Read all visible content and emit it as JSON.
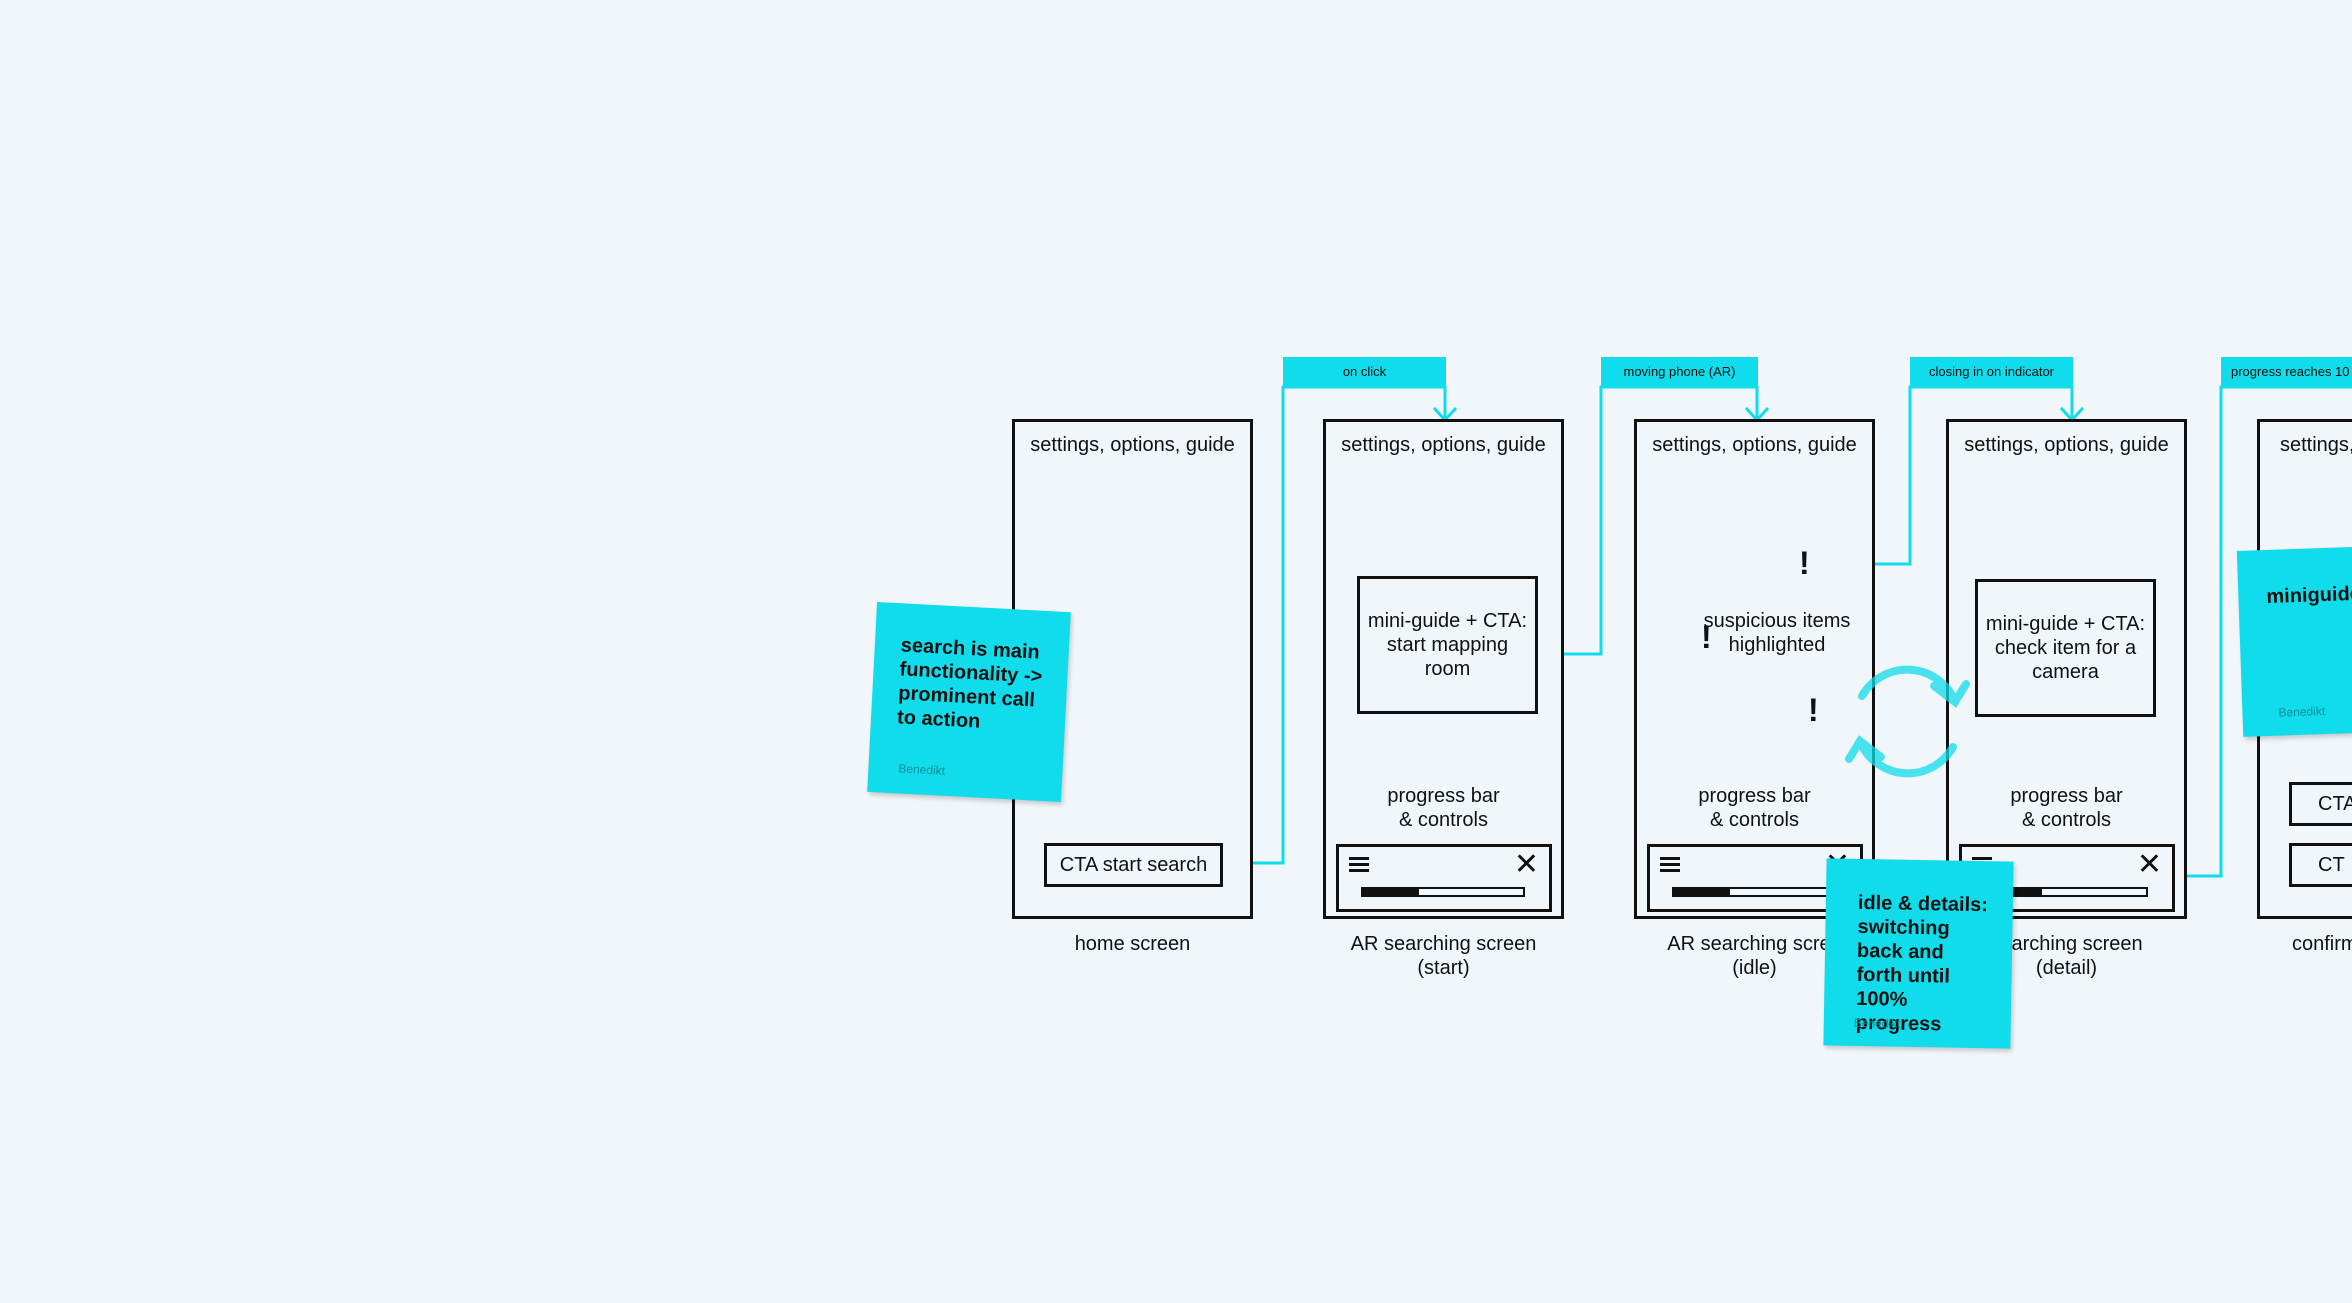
{
  "colors": {
    "background": "#f1f6fa",
    "accent": "#10dceb",
    "ink": "#111111"
  },
  "screens": [
    {
      "header": "settings, options, guide",
      "caption": "home screen",
      "cta": "CTA start search"
    },
    {
      "header": "settings, options, guide",
      "caption": "AR searching screen\n(start)",
      "box": "mini-guide + CTA:\nstart mapping\nroom",
      "progress": "progress bar\n& controls",
      "progress_fill": 0.35
    },
    {
      "header": "settings, options, guide",
      "caption": "AR searching scree\n(idle)",
      "center": "suspicious items\nhighlighted",
      "progress": "progress bar\n& controls",
      "progress_fill": 0.35,
      "markers": [
        "!",
        "!",
        "!"
      ]
    },
    {
      "header": "settings, options, guide",
      "caption": "searching screen\n(detail)",
      "box": "mini-guide + CTA:\ncheck item for a\ncamera",
      "progress": "progress bar\n& controls",
      "progress_fill": 0.35
    },
    {
      "header": "settings, ",
      "caption": "confirm",
      "ctas": [
        "CTA",
        "CT"
      ]
    }
  ],
  "flow_labels": [
    "on click",
    "moving phone (AR)",
    "closing in on indicator",
    "progress reaches 10"
  ],
  "stickies": [
    {
      "text": "search is main functionality -> prominent call to action",
      "author": "Benedikt"
    },
    {
      "text": "idle & details: switching back and forth until 100% progress",
      "author": "Benedikt"
    },
    {
      "text": "miniguide popup ov",
      "author": "Benedikt"
    }
  ],
  "icons": {
    "cycle": "refresh-cycle-icon",
    "menu": "hamburger-menu-icon",
    "close": "close-icon"
  }
}
